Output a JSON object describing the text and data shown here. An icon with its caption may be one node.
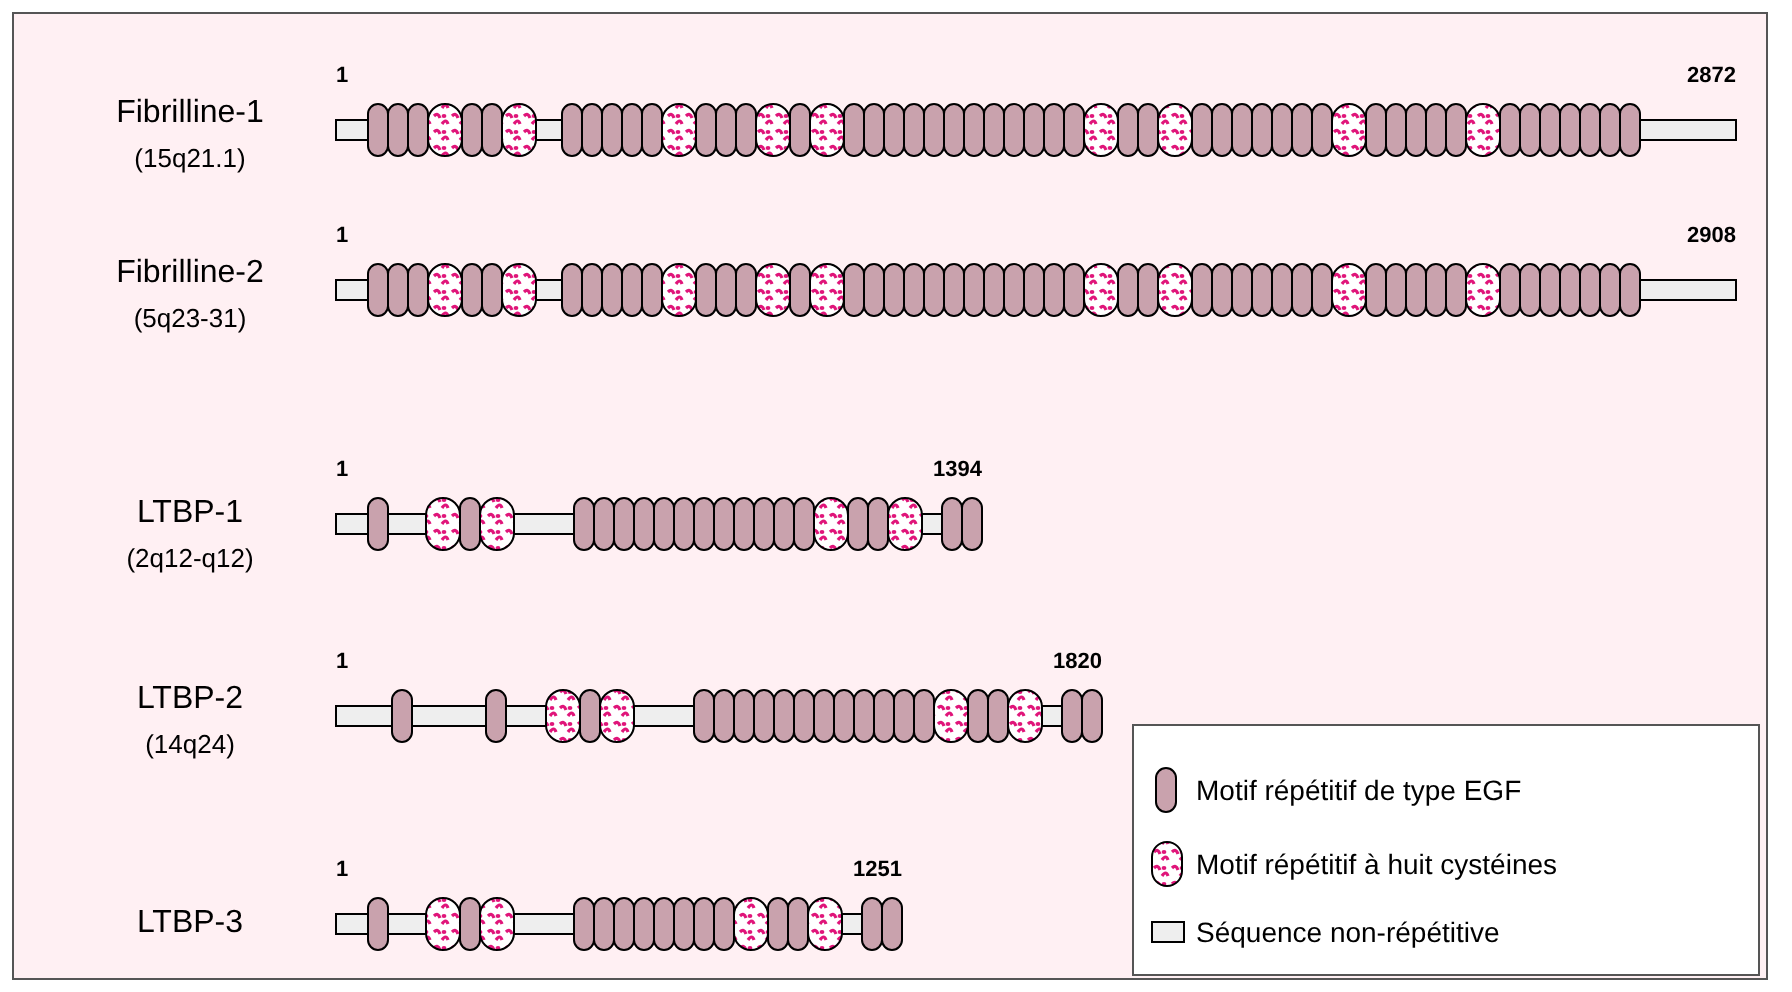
{
  "diagram": {
    "labels": [
      "1",
      "2872",
      "Fibrilline-1",
      "(15q21.1)",
      "1",
      "2908",
      "Fibrilline-2",
      "(5q23-31)",
      "1",
      "1394",
      "LTBP-1",
      "(2q12-q12)",
      "1",
      "1820",
      "LTBP-2",
      "(14q24)",
      "1",
      "1251",
      "LTBP-3"
    ],
    "legend": [
      {
        "text": "Motif répétitif de type EGF"
      },
      {
        "text": "Motif répétitif à huit cystéines"
      },
      {
        "text": "Séquence non-répétitive"
      }
    ]
  }
}
